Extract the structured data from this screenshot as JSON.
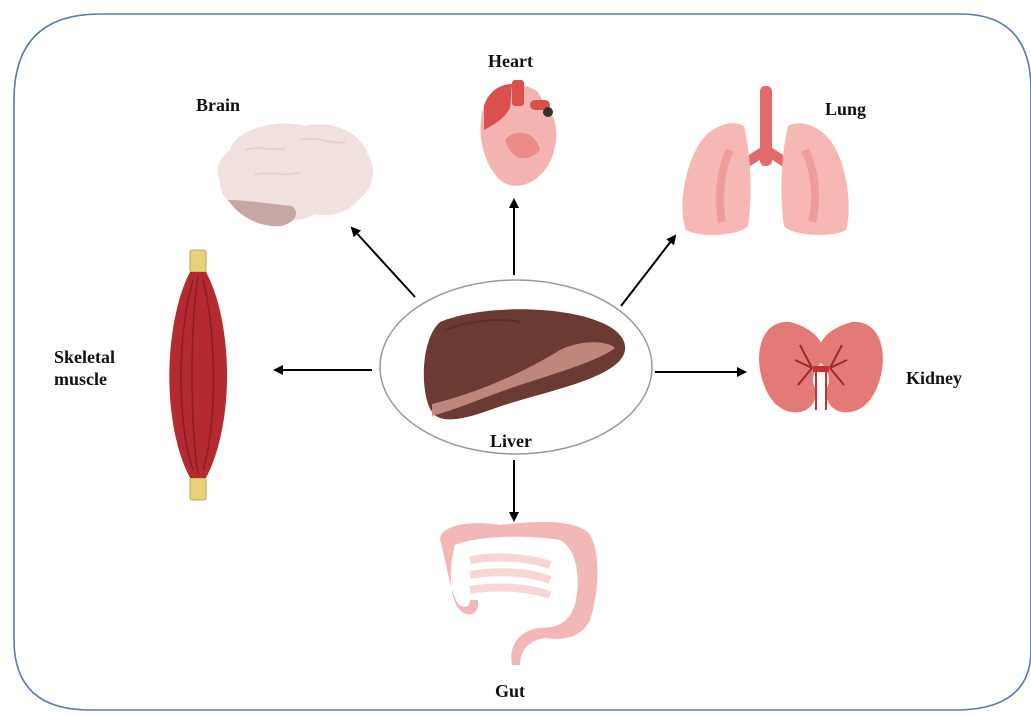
{
  "diagram": {
    "center": {
      "label": "Liver"
    },
    "targets": [
      {
        "id": "brain",
        "label": "Brain"
      },
      {
        "id": "heart",
        "label": "Heart"
      },
      {
        "id": "lung",
        "label": "Lung"
      },
      {
        "id": "skeletal_muscle",
        "label": "Skeletal muscle"
      },
      {
        "id": "kidney",
        "label": "Kidney"
      },
      {
        "id": "gut",
        "label": "Gut"
      }
    ]
  },
  "colors": {
    "frame_border": "#5b7bb0",
    "liver": "#6b3a33",
    "liver_highlight": "#c98f83",
    "brain": "#f0e1df",
    "brain_stem": "#c7a7a3",
    "heart": "#f3b3b0",
    "heart_dark": "#d9504d",
    "lung": "#f6b7b5",
    "lung_trachea": "#e36a6a",
    "muscle": "#b32b31",
    "tendon": "#e9d17a",
    "kidney": "#e47a77",
    "gut": "#f2b8b8",
    "arrow": "#000000"
  },
  "icons": [
    "brain-icon",
    "heart-icon",
    "lung-icon",
    "skeletal-muscle-icon",
    "kidney-icon",
    "gut-icon",
    "liver-icon"
  ]
}
